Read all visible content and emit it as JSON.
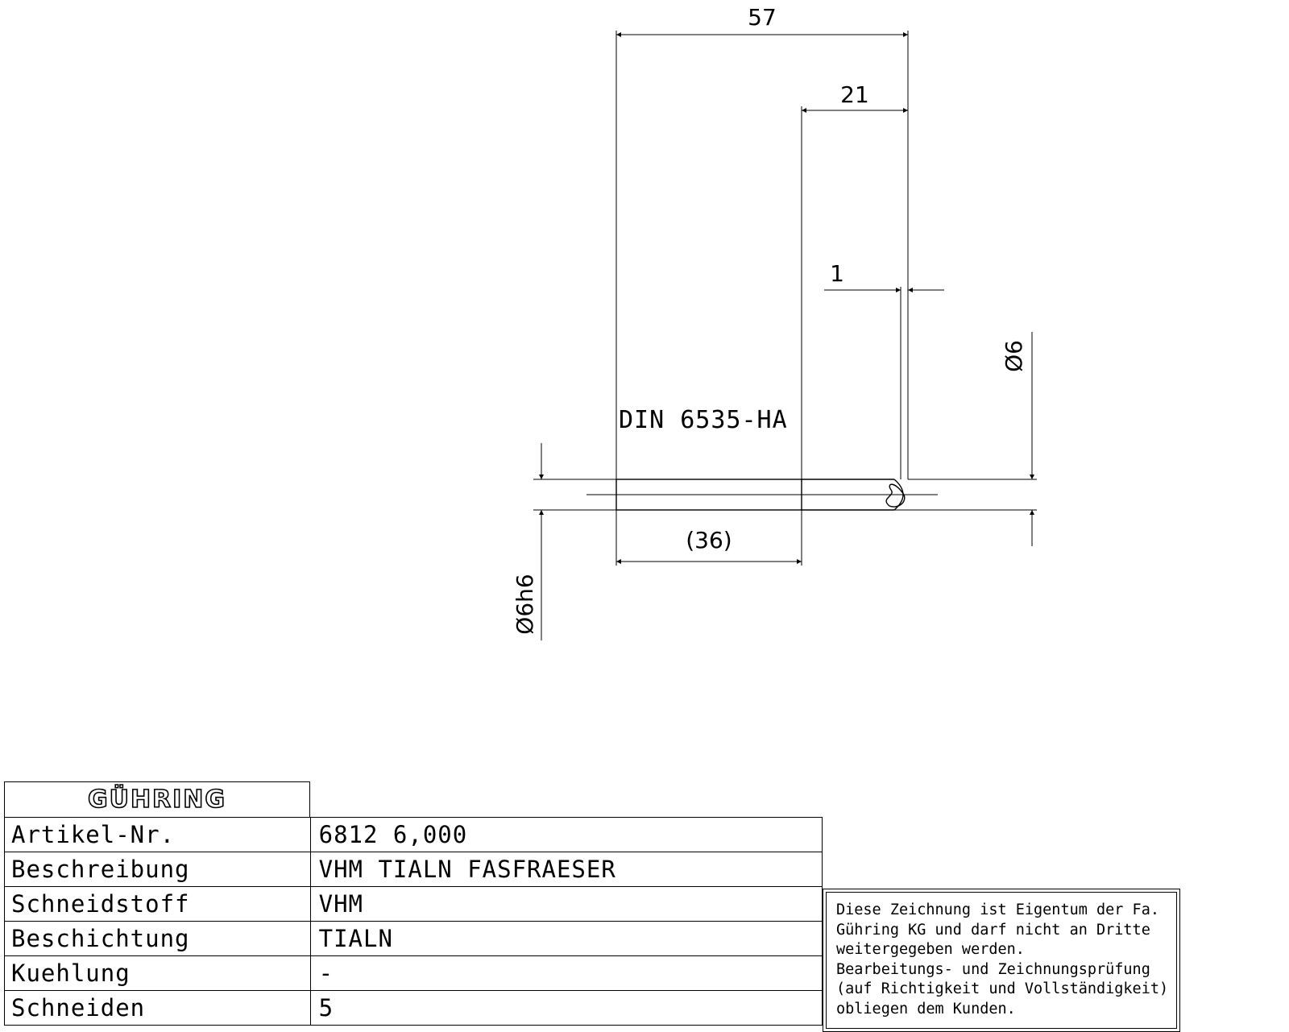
{
  "drawing": {
    "dimensions": {
      "overall_length": "57",
      "cutting_length": "21",
      "chamfer_offset": "1",
      "cutting_diameter": "Ø6",
      "shank_length": "(36)",
      "shank_diameter": "Ø6h6"
    },
    "shank_standard": "DIN 6535-HA"
  },
  "title_block": {
    "logo": "GÜHRING",
    "rows": [
      {
        "label": "Artikel-Nr.",
        "value": "6812 6,000"
      },
      {
        "label": "Beschreibung",
        "value": "VHM TIALN FASFRAESER"
      },
      {
        "label": "Schneidstoff",
        "value": "VHM"
      },
      {
        "label": "Beschichtung",
        "value": "TIALN"
      },
      {
        "label": "Kuehlung",
        "value": "-"
      },
      {
        "label": "Schneiden",
        "value": "5"
      }
    ]
  },
  "notice": {
    "lines": [
      "Diese Zeichnung ist Eigentum der Fa.",
      "Gühring KG und darf nicht an Dritte",
      "weitergegeben werden.",
      "Bearbeitungs- und Zeichnungsprüfung",
      "(auf Richtigkeit und Vollständigkeit)",
      "obliegen dem Kunden."
    ]
  }
}
